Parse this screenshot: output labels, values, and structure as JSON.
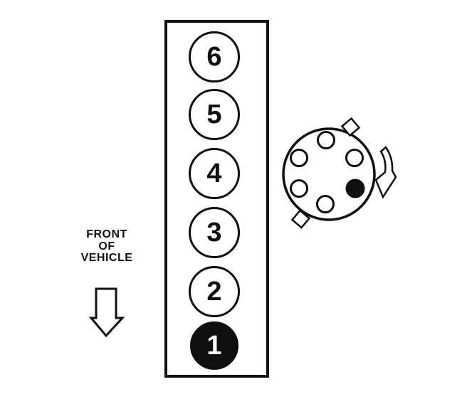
{
  "colors": {
    "ink": "#0f0f0f",
    "background": "#ffffff",
    "marked_fill": "#0f0f0f",
    "marked_text": "#ffffff"
  },
  "cylinder_bank": {
    "cylinders": [
      {
        "label": "6",
        "marked": false
      },
      {
        "label": "5",
        "marked": false
      },
      {
        "label": "4",
        "marked": false
      },
      {
        "label": "3",
        "marked": false
      },
      {
        "label": "2",
        "marked": false
      },
      {
        "label": "1",
        "marked": true
      }
    ]
  },
  "front_label": {
    "lines": [
      "FRONT",
      "OF",
      "VEHICLE"
    ]
  },
  "distributor": {
    "terminal_count": 6,
    "marked_terminal_position": "lower-right",
    "rotation_direction": "clockwise"
  }
}
